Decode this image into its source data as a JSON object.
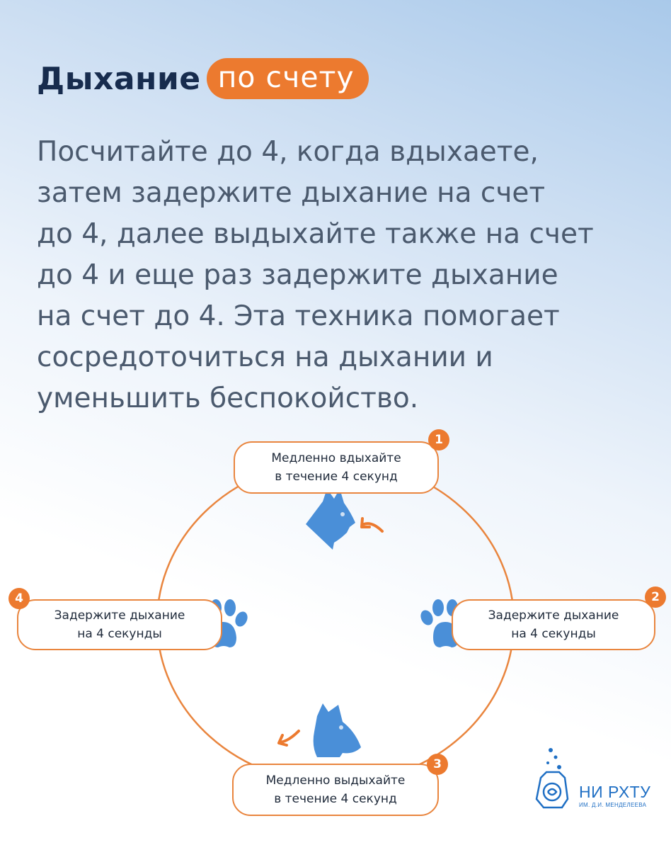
{
  "title": {
    "main": "Дыхание",
    "accent": "по счету"
  },
  "body_lines": [
    "Посчитайте до 4, когда вдыхаете,",
    "затем задержите дыхание на счет",
    "до 4, далее выдыхайте также на счет",
    "до 4 и еще раз задержите дыхание",
    "на счет до 4. Эта техника помогает",
    "сосредоточиться на дыхании и",
    "уменьшить беспокойство."
  ],
  "steps": [
    {
      "number": "1",
      "line1": "Медленно вдыхайте",
      "line2": "в течение 4 секунд"
    },
    {
      "number": "2",
      "line1": "Задержите дыхание",
      "line2": "на 4 секунды"
    },
    {
      "number": "3",
      "line1": "Медленно выдыхайте",
      "line2": "в течение 4 секунд"
    },
    {
      "number": "4",
      "line1": "Задержите дыхание",
      "line2": "на 4 секунды"
    }
  ],
  "icons": {
    "inhale": "cat-head-icon",
    "exhale": "cat-head-icon",
    "hold": "paw-print-icon",
    "direction": "curved-arrow-icon"
  },
  "colors": {
    "accent": "#ec7a2f",
    "title": "#172c4e",
    "text": "#4b5a6e",
    "icon_blue": "#4a8fd8",
    "logo_blue": "#1f6fc4"
  },
  "logo": {
    "name": "НИ РХТУ",
    "subtitle": "ИМ. Д.И. МЕНДЕЛЕЕВА"
  }
}
